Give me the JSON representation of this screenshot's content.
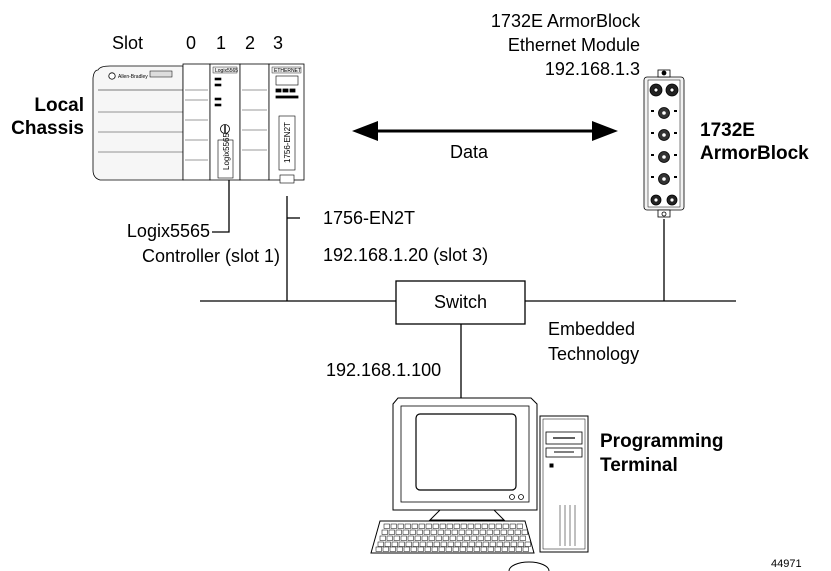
{
  "slots": {
    "label": "Slot",
    "numbers": [
      "0",
      "1",
      "2",
      "3"
    ]
  },
  "local_chassis": {
    "line1": "Local",
    "line2": "Chassis"
  },
  "chassis_panel": {
    "brand": "Allen-Bradley",
    "controller_module_text": "Logix5565",
    "en2t_module_text": "1756-EN2T",
    "slot1_header": "Logix5565",
    "slot3_header": "ETHERNET"
  },
  "armorblock_module": {
    "line1": "1732E ArmorBlock",
    "line2": "Ethernet Module",
    "ip": "192.168.1.3"
  },
  "armorblock_label": {
    "line1": "1732E",
    "line2": "ArmorBlock"
  },
  "data_link": {
    "label": "Data"
  },
  "controller_callout": {
    "line1": "Logix5565",
    "line2": "Controller (slot 1)"
  },
  "en2t_callout": {
    "line1": "1756-EN2T",
    "line2": "192.168.1.20 (slot 3)"
  },
  "switch": {
    "label": "Switch"
  },
  "embedded": {
    "line1": "Embedded",
    "line2": "Technology"
  },
  "pc_ip": "192.168.1.100",
  "programming_terminal": {
    "line1": "Programming",
    "line2": "Terminal"
  },
  "figure_id": "44971"
}
